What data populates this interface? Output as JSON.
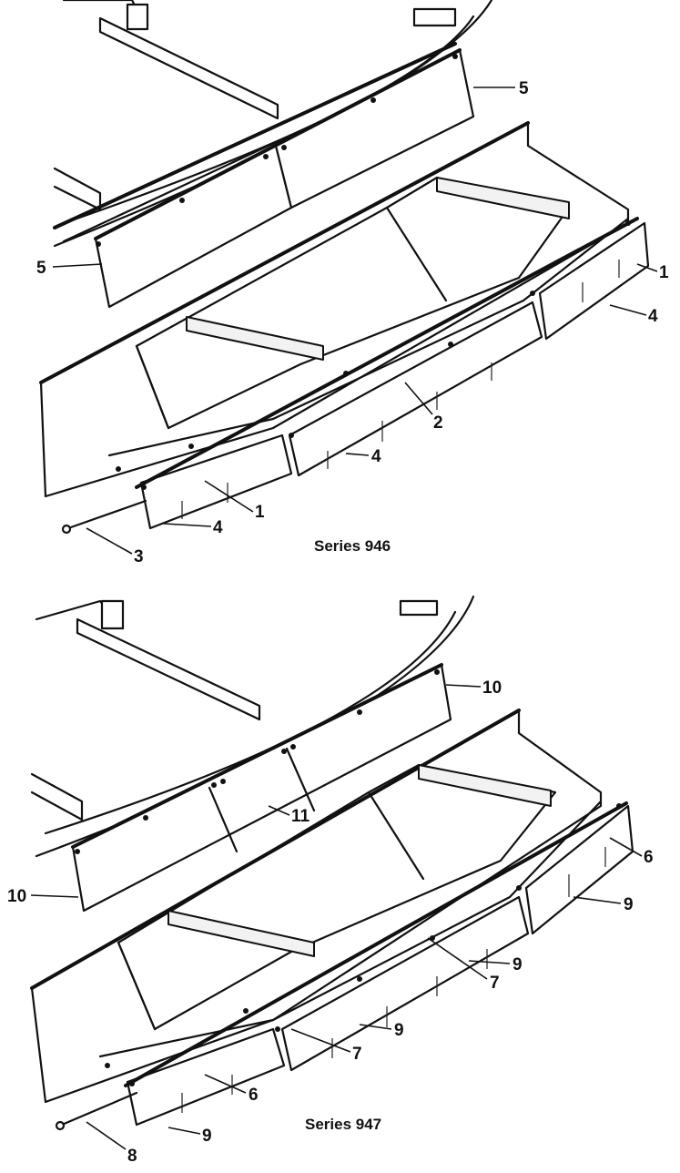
{
  "top_diagram": {
    "caption": "Series 946",
    "callouts": [
      "5",
      "5",
      "1",
      "4",
      "2",
      "4",
      "1",
      "4",
      "3"
    ]
  },
  "bottom_diagram": {
    "caption": "Series 947",
    "callouts": [
      "10",
      "11",
      "10",
      "6",
      "9",
      "9",
      "7",
      "9",
      "7",
      "6",
      "9",
      "8"
    ]
  }
}
